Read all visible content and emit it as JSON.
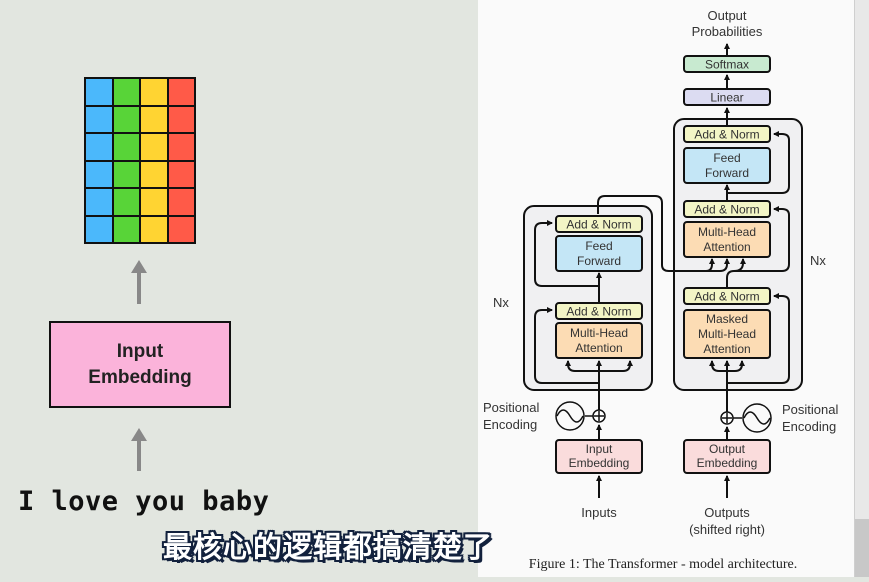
{
  "left_slide": {
    "embedding_matrix": {
      "rows": 6,
      "columns": [
        "#4bb8fb",
        "#58d438",
        "#ffd432",
        "#ff5a48"
      ]
    },
    "embed_box": {
      "line1": "Input",
      "line2": "Embedding",
      "color": "#fbb3da"
    },
    "sentence": "I love you baby"
  },
  "subtitle": "最核心的逻辑都搞清楚了",
  "transformer_figure": {
    "output_label_line1": "Output",
    "output_label_line2": "Probabilities",
    "softmax": "Softmax",
    "linear": "Linear",
    "encoder": {
      "add_norm_top": "Add & Norm",
      "feed_forward_line1": "Feed",
      "feed_forward_line2": "Forward",
      "add_norm_bottom": "Add & Norm",
      "mha_line1": "Multi-Head",
      "mha_line2": "Attention",
      "repeat": "Nx"
    },
    "decoder": {
      "add_norm_top": "Add & Norm",
      "feed_forward_line1": "Feed",
      "feed_forward_line2": "Forward",
      "add_norm_mid": "Add & Norm",
      "mha_line1": "Multi-Head",
      "mha_line2": "Attention",
      "add_norm_bottom": "Add & Norm",
      "masked_line1": "Masked",
      "masked_line2": "Multi-Head",
      "masked_line3": "Attention",
      "repeat": "Nx"
    },
    "pos_enc_left_line1": "Positional",
    "pos_enc_left_line2": "Encoding",
    "pos_enc_right_line1": "Positional",
    "pos_enc_right_line2": "Encoding",
    "input_embedding_line1": "Input",
    "input_embedding_line2": "Embedding",
    "output_embedding_line1": "Output",
    "output_embedding_line2": "Embedding",
    "inputs": "Inputs",
    "outputs_line1": "Outputs",
    "outputs_line2": "(shifted right)",
    "caption": "Figure 1: The Transformer - model architecture.",
    "colors": {
      "add_norm": "#f3f5c6",
      "feed_forward": "#c4e6f6",
      "attention": "#fcdcb4",
      "embedding": "#fadcdc",
      "softmax": "#c8ead0",
      "linear": "#dcdcf2",
      "stack": "#f0f0f2"
    }
  }
}
